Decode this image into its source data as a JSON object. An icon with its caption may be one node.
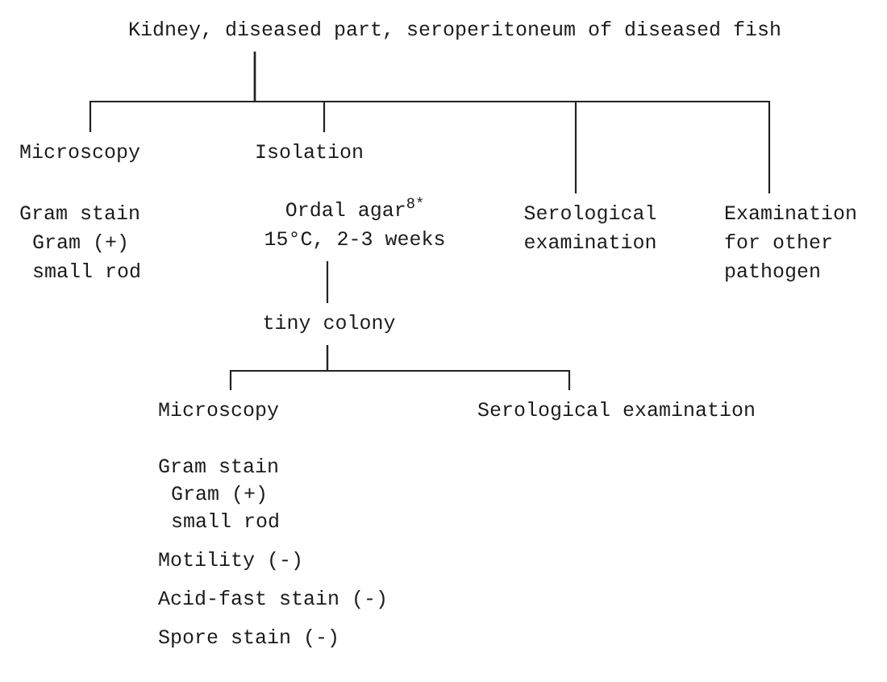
{
  "diagram": {
    "nodes": [
      {
        "text": [
          "Kidney, diseased part, seroperitoneum of diseased fish"
        ]
      },
      {
        "text": [
          "Microscopy"
        ],
        "beside": [
          "Gram stain",
          "Gram (+)",
          "small rod"
        ]
      },
      {
        "text": [
          "Isolation",
          "Ordal agar$^{8*}$ 15°C, 2-3 weeks"
        ]
      },
      {
        "text": [
          "Serological examination"
        ]
      },
      {
        "text": [
          "Examination for other pathogen"
        ]
      },
      {
        "text": [
          "tiny colony"
        ]
      },
      {
        "text": [
          "Microscopy"
        ],
        "beside": [
          "Gram stain",
          "Gram (+)",
          "small rod",
          "Motility (-)",
          "Acid-fast stain (-)",
          "Spore stain (-)"
        ]
      },
      {
        "text": [
          "Serological examination"
        ]
      }
    ],
    "edges": [
      {
        "from": 0,
        "to": 1,
        "arrow": "none"
      },
      {
        "from": 0,
        "to": 2,
        "arrow": "none"
      },
      {
        "from": 0,
        "to": 3,
        "arrow": "none"
      },
      {
        "from": 0,
        "to": 4,
        "arrow": "none"
      },
      {
        "from": 2,
        "to": 5,
        "arrow": "none"
      },
      {
        "from": 5,
        "to": 6,
        "arrow": "none"
      },
      {
        "from": 5,
        "to": 7,
        "arrow": "none"
      }
    ]
  }
}
